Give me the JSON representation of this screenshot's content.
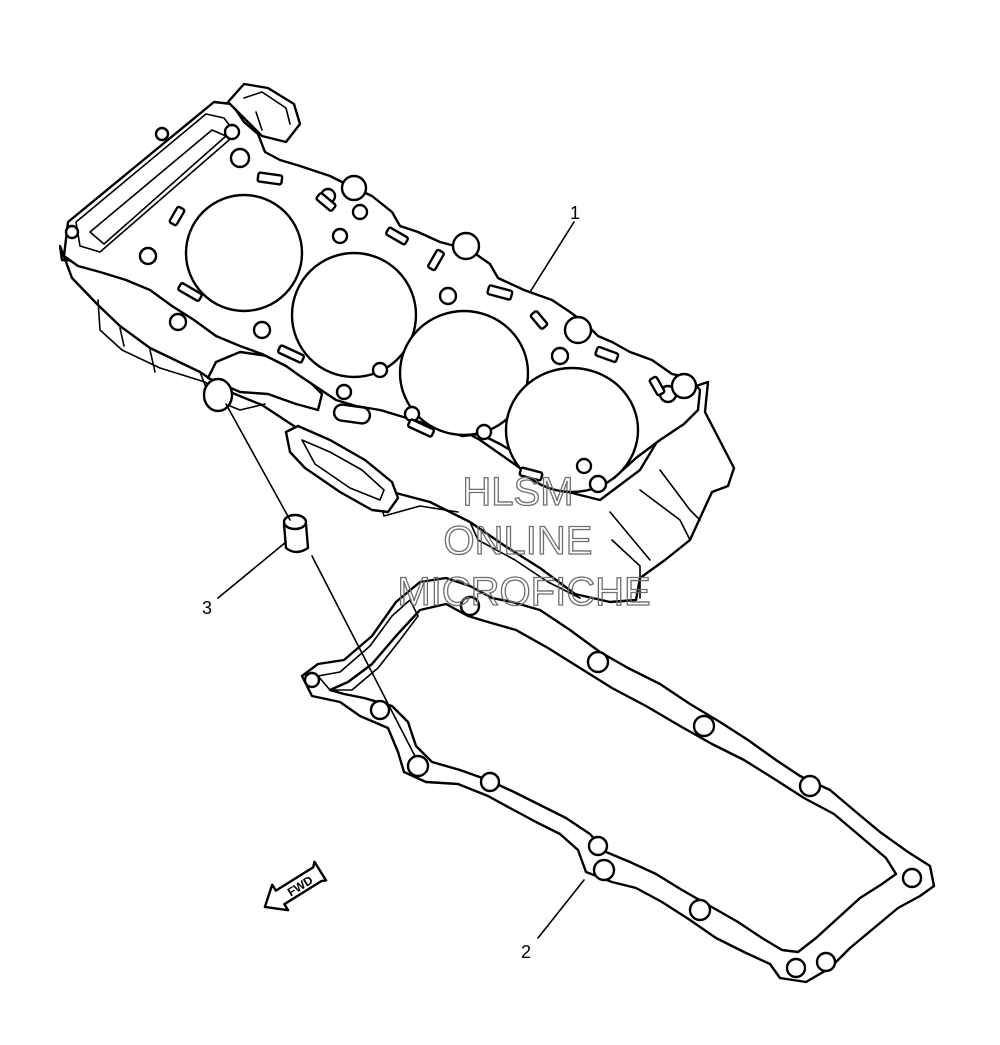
{
  "callouts": [
    {
      "number": "1",
      "part": "cylinder"
    },
    {
      "number": "2",
      "part": "gasket"
    },
    {
      "number": "3",
      "part": "dowel-pin"
    }
  ],
  "direction_marker": {
    "label": "FWD"
  },
  "watermark": {
    "line1": "HLSM",
    "line2": "ONLINE",
    "line3": "MICROFICHE",
    "color": "#6e6e6e"
  },
  "colors": {
    "line": "#000000",
    "background": "#ffffff"
  }
}
